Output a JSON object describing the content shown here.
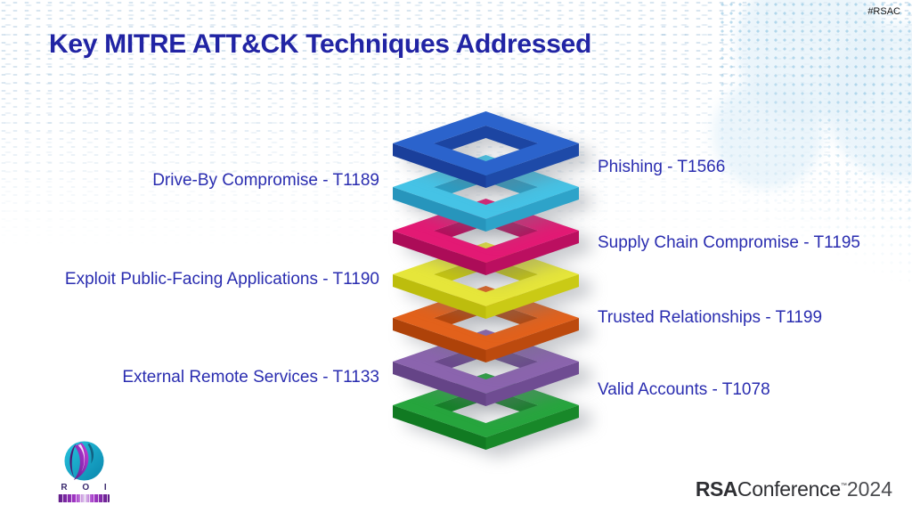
{
  "slide": {
    "hashtag": "#RSAC",
    "title": "Key MITRE ATT&CK Techniques Addressed"
  },
  "left_labels": [
    {
      "text": "Drive-By Compromise - T1189"
    },
    {
      "text": "Exploit Public-Facing Applications - T1190"
    },
    {
      "text": "External Remote Services - T1133"
    }
  ],
  "right_labels": [
    {
      "text": "Phishing - T1566"
    },
    {
      "text": "Supply Chain Compromise - T1195"
    },
    {
      "text": "Trusted Relationships - T1199"
    },
    {
      "text": "Valid Accounts - T1078"
    }
  ],
  "stack": {
    "layers": [
      {
        "name": "blue",
        "face": "#2B63CC",
        "wall_left": "#1A3F9B",
        "wall_right": "#1E4AA8",
        "inner": "#1C45A2"
      },
      {
        "name": "cyan",
        "face": "#45C3E6",
        "wall_left": "#2795BC",
        "wall_right": "#2EA3C9",
        "inner": "#2B9DC3"
      },
      {
        "name": "magenta",
        "face": "#E31974",
        "wall_left": "#AC0C58",
        "wall_right": "#BB0F60",
        "inner": "#B40E5C"
      },
      {
        "name": "yellow",
        "face": "#E6E63A",
        "wall_left": "#BDBD0D",
        "wall_right": "#CACA15",
        "inner": "#C4C411"
      },
      {
        "name": "orange",
        "face": "#E2611B",
        "wall_left": "#AE4209",
        "wall_right": "#BC4A0E",
        "inner": "#B5460B"
      },
      {
        "name": "purple",
        "face": "#8B64AE",
        "wall_left": "#654487",
        "wall_right": "#6F4C92",
        "inner": "#6A488C"
      },
      {
        "name": "green",
        "face": "#26A53D",
        "wall_left": "#117A22",
        "wall_right": "#188829",
        "inner": "#148027"
      }
    ]
  },
  "footer": {
    "roi": "R O I",
    "brand": {
      "rsa": "RSA",
      "conference": "Conference",
      "tm": "™",
      "year": "2024"
    }
  }
}
